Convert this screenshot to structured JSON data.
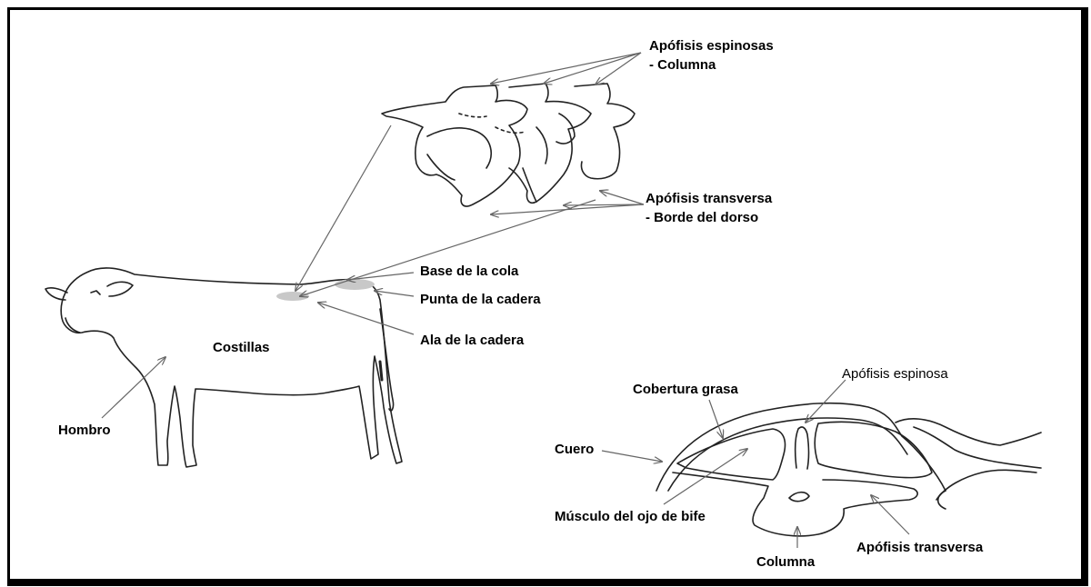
{
  "labels": {
    "apofisis_espinosas_1": "Apófisis espinosas",
    "apofisis_espinosas_2": "- Columna",
    "apofisis_transversa_1": "Apófisis transversa",
    "apofisis_transversa_2": "- Borde del dorso",
    "base_cola": "Base de la cola",
    "punta_cadera": "Punta de la cadera",
    "ala_cadera": "Ala de la cadera",
    "costillas": "Costillas",
    "hombro": "Hombro",
    "cobertura_grasa": "Cobertura grasa",
    "apofisis_espinosa": "Apófisis espinosa",
    "cuero": "Cuero",
    "musculo_ojo_bife": "Músculo del ojo de bife",
    "columna": "Columna",
    "apofisis_transversa_cross": "Apófisis transversa"
  },
  "colors": {
    "line": "#222222",
    "arrow": "#666666",
    "highlight": "#c8c8c8",
    "border": "#000000"
  }
}
